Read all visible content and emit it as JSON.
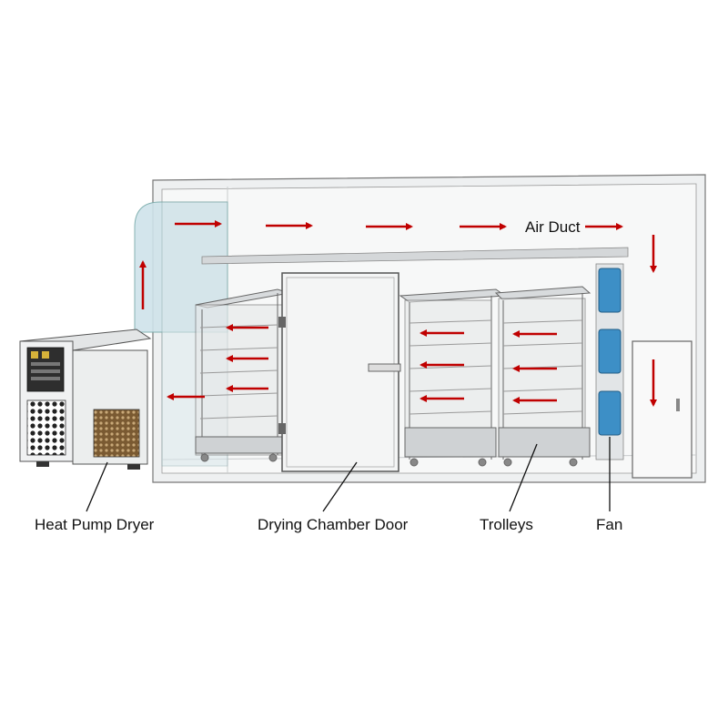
{
  "labels": {
    "air_duct": "Air Duct",
    "heat_pump_dryer": "Heat Pump Dryer",
    "drying_chamber_door": "Drying Chamber Door",
    "trolleys": "Trolleys",
    "fan": "Fan"
  },
  "colors": {
    "arrow": "#c00000",
    "chamber_fill": "#eef0f1",
    "duct_blue": "#cfe3ea",
    "fan_blue": "#3d8fc6",
    "line": "#555555"
  }
}
